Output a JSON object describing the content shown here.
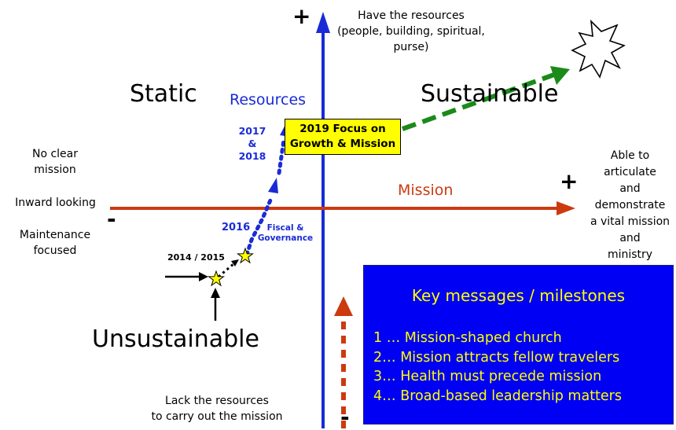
{
  "axes": {
    "y_plus": "+",
    "y_minus": "-",
    "x_plus": "+",
    "x_minus": "-",
    "resources_label": "Resources",
    "mission_label": "Mission"
  },
  "top": {
    "line1": "Have the resources",
    "line2": "(people, building, spiritual, purse)"
  },
  "bottom": {
    "line1": "Lack the resources",
    "line2": "to carry out the mission"
  },
  "quadrants": {
    "static": "Static",
    "sustainable": "Sustainable",
    "unsustainable": "Unsustainable"
  },
  "left": {
    "no_clear_1": "No clear",
    "no_clear_2": "mission",
    "inward": "Inward looking",
    "maint_1": "Maintenance",
    "maint_2": "focused"
  },
  "right": {
    "lines": [
      "Able to",
      "articulate",
      "and",
      "demonstrate",
      "a vital mission",
      "and",
      "ministry"
    ]
  },
  "milestones": {
    "y2014": "2014 / 2015",
    "y2016": "2016",
    "fiscal_1": "Fiscal &",
    "fiscal_2": "Governance",
    "y2017": "2017",
    "amp": "&",
    "y2018": "2018",
    "focus_1": "2019 Focus on",
    "focus_2": "Growth & Mission"
  },
  "key": {
    "title": "Key messages / milestones",
    "items": [
      "1 … Mission-shaped church",
      "2… Mission attracts fellow travelers",
      "3… Health must precede mission",
      "4… Broad-based leadership matters"
    ]
  },
  "colors": {
    "vertical_axis": "#1a2bd6",
    "horizontal_axis": "#cc3a10",
    "focus_box": "#ffff00",
    "key_box": "#0000f5",
    "key_text": "#ffff00",
    "green_arrow": "#1a8a1a",
    "star": "#ffff00"
  }
}
